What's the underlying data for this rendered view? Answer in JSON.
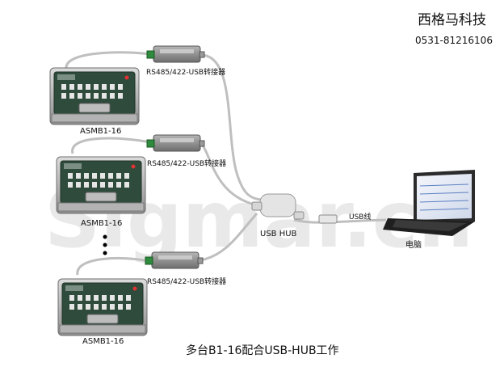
{
  "header": {
    "company": "西格马科技",
    "phone": "0531-81216106"
  },
  "watermark": "Sigmar.cn",
  "diagram": {
    "converter_label": "RS485/422-USB转接器",
    "device_label": "ASMB1-16",
    "hub_label": "USB HUB",
    "usb_cable_label": "USB线",
    "computer_label": "电脑",
    "brand": "Sigmar"
  },
  "caption": "多台B1-16配合USB-HUB工作",
  "colors": {
    "panel": "#2f4b3c",
    "frame": "#a8a8a8",
    "cable": "#bfbfbf",
    "converter": "#8a8a8a",
    "watermark": "#e9e9e9"
  }
}
